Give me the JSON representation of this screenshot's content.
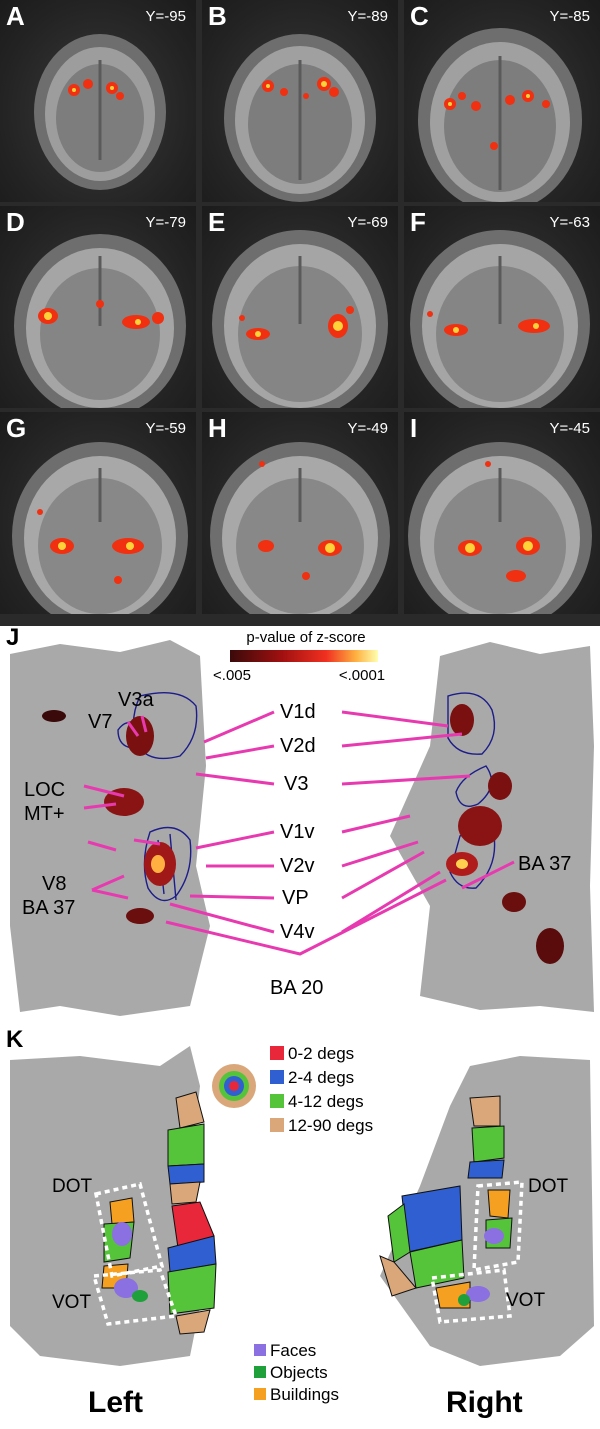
{
  "panels": [
    {
      "letter": "A",
      "coord": "Y=-95"
    },
    {
      "letter": "B",
      "coord": "Y=-89"
    },
    {
      "letter": "C",
      "coord": "Y=-85"
    },
    {
      "letter": "D",
      "coord": "Y=-79"
    },
    {
      "letter": "E",
      "coord": "Y=-69"
    },
    {
      "letter": "F",
      "coord": "Y=-63"
    },
    {
      "letter": "G",
      "coord": "Y=-59"
    },
    {
      "letter": "H",
      "coord": "Y=-49"
    },
    {
      "letter": "I",
      "coord": "Y=-45"
    }
  ],
  "panel_j": {
    "letter": "J",
    "colorbar": {
      "title": "p-value of z-score",
      "low": "<.005",
      "high": "<.0001"
    },
    "labels_left": [
      "V3a",
      "V7",
      "LOC",
      "MT+",
      "V8",
      "BA 37"
    ],
    "labels_center": [
      "V1d",
      "V2d",
      "V3",
      "V1v",
      "V2v",
      "VP",
      "V4v",
      "BA 20"
    ],
    "labels_right": [
      "BA 37"
    ]
  },
  "panel_k": {
    "letter": "K",
    "ecc_legend": [
      "0-2 degs",
      "2-4 degs",
      "4-12 degs",
      "12-90 degs"
    ],
    "ecc_colors": [
      "#e8283a",
      "#2f5fd0",
      "#55c43a",
      "#d9a77a"
    ],
    "regions_left": [
      "DOT",
      "VOT"
    ],
    "regions_right": [
      "DOT",
      "VOT"
    ],
    "cat_legend": [
      "Faces",
      "Objects",
      "Buildings"
    ],
    "cat_colors": [
      "#8a70e0",
      "#1fa03a",
      "#f5a020"
    ],
    "hemis": [
      "Left",
      "Right"
    ]
  }
}
